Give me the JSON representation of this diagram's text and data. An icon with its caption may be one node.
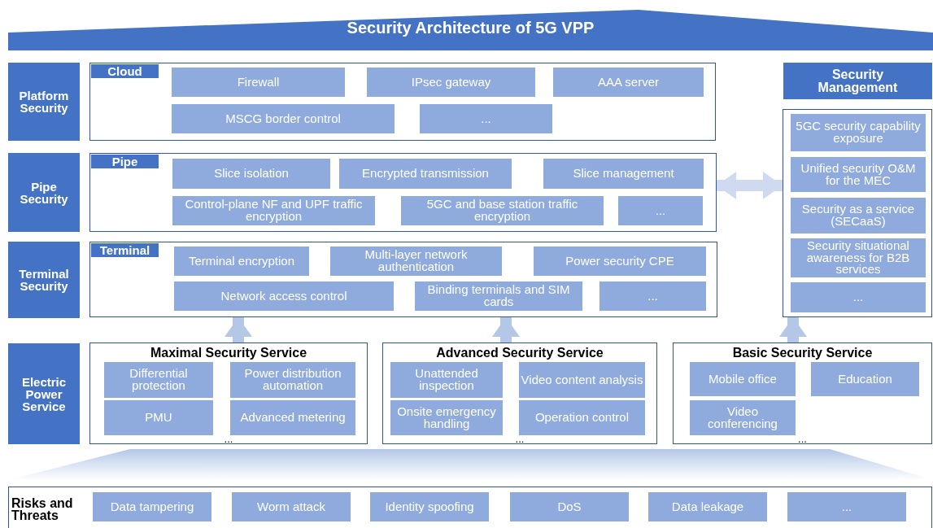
{
  "diagram": {
    "title": "Security Architecture of 5G VPP",
    "nodes": [
      {
        "text": [
          "Platform Security"
        ]
      },
      {
        "text": [
          "Cloud"
        ]
      },
      {
        "text": [
          "Firewall"
        ],
        "in": 1
      },
      {
        "text": [
          "IPsec gateway"
        ],
        "in": 1
      },
      {
        "text": [
          "AAA server"
        ],
        "in": 1
      },
      {
        "text": [
          "MSCG border control"
        ],
        "in": 1
      },
      {
        "text": [
          "..."
        ],
        "in": 1
      },
      {
        "text": [
          "Security Management"
        ]
      },
      {
        "text": [],
        "shape": "box"
      },
      {
        "text": [
          "5GC security capability exposure"
        ],
        "in": 8
      },
      {
        "text": [
          "Unified security O&M for the MEC"
        ],
        "in": 8
      },
      {
        "text": [
          "Security as a service (SECaaS)"
        ],
        "in": 8
      },
      {
        "text": [
          "Security situational awareness for B2B services"
        ],
        "in": 8
      },
      {
        "text": [
          "..."
        ],
        "in": 8
      },
      {
        "text": [
          "Pipe Security"
        ]
      },
      {
        "text": [
          "Pipe"
        ]
      },
      {
        "text": [
          "Slice isolation"
        ],
        "in": 15
      },
      {
        "text": [
          "Encrypted transmission"
        ],
        "in": 15
      },
      {
        "text": [
          "Slice management"
        ],
        "in": 15
      },
      {
        "text": [
          "Control-plane NF and UPF traffic encryption"
        ],
        "in": 15
      },
      {
        "text": [
          "5GC and base station traffic encryption"
        ],
        "in": 15
      },
      {
        "text": [
          "..."
        ],
        "in": 15
      },
      {
        "text": [
          "Terminal Security"
        ]
      },
      {
        "text": [
          "Terminal"
        ]
      },
      {
        "text": [
          "Terminal encryption"
        ],
        "in": 23
      },
      {
        "text": [
          "Multi-layer network authentication"
        ],
        "in": 23
      },
      {
        "text": [
          "Power security CPE"
        ],
        "in": 23
      },
      {
        "text": [
          "Network access control"
        ],
        "in": 23
      },
      {
        "text": [
          "Binding terminals and SIM cards"
        ],
        "in": 23
      },
      {
        "text": [
          "..."
        ],
        "in": 23
      },
      {
        "text": [
          "Electric Power Service"
        ]
      },
      {
        "text": [
          "Maximal Security Service",
          "..."
        ]
      },
      {
        "text": [
          "Differential protection"
        ],
        "in": 31
      },
      {
        "text": [
          "Power distribution automation"
        ],
        "in": 31
      },
      {
        "text": [
          "PMU"
        ],
        "in": 31
      },
      {
        "text": [
          "Advanced metering"
        ],
        "in": 31
      },
      {
        "text": [
          "Advanced Security Service",
          "..."
        ]
      },
      {
        "text": [
          "Unattended inspection"
        ],
        "in": 36
      },
      {
        "text": [
          "Video content analysis"
        ],
        "in": 36
      },
      {
        "text": [
          "Onsite emergency handling"
        ],
        "in": 36
      },
      {
        "text": [
          "Operation control"
        ],
        "in": 36
      },
      {
        "text": [
          "Basic Security Service",
          "..."
        ]
      },
      {
        "text": [
          "Mobile office"
        ],
        "in": 41
      },
      {
        "text": [
          "Education"
        ],
        "in": 41
      },
      {
        "text": [
          "Video conferencing"
        ],
        "in": 41
      },
      {
        "text": [
          "Risks and Threats"
        ]
      },
      {
        "text": [
          "Data tampering"
        ],
        "in": 45
      },
      {
        "text": [
          "Worm attack"
        ],
        "in": 45
      },
      {
        "text": [
          "Identity spoofing"
        ],
        "in": 45
      },
      {
        "text": [
          "DoS"
        ],
        "in": 45
      },
      {
        "text": [
          "Data leakage"
        ],
        "in": 45
      },
      {
        "text": [
          "..."
        ],
        "in": 45
      },
      {
        "text": [],
        "shape": "band"
      }
    ],
    "edges": [
      {
        "from": 15,
        "to": 8,
        "arrow": "both"
      },
      {
        "from": 31,
        "to": 23,
        "arrow": "to"
      },
      {
        "from": 36,
        "to": 23,
        "arrow": "to"
      },
      {
        "from": 41,
        "to": 8,
        "arrow": "to"
      }
    ]
  }
}
